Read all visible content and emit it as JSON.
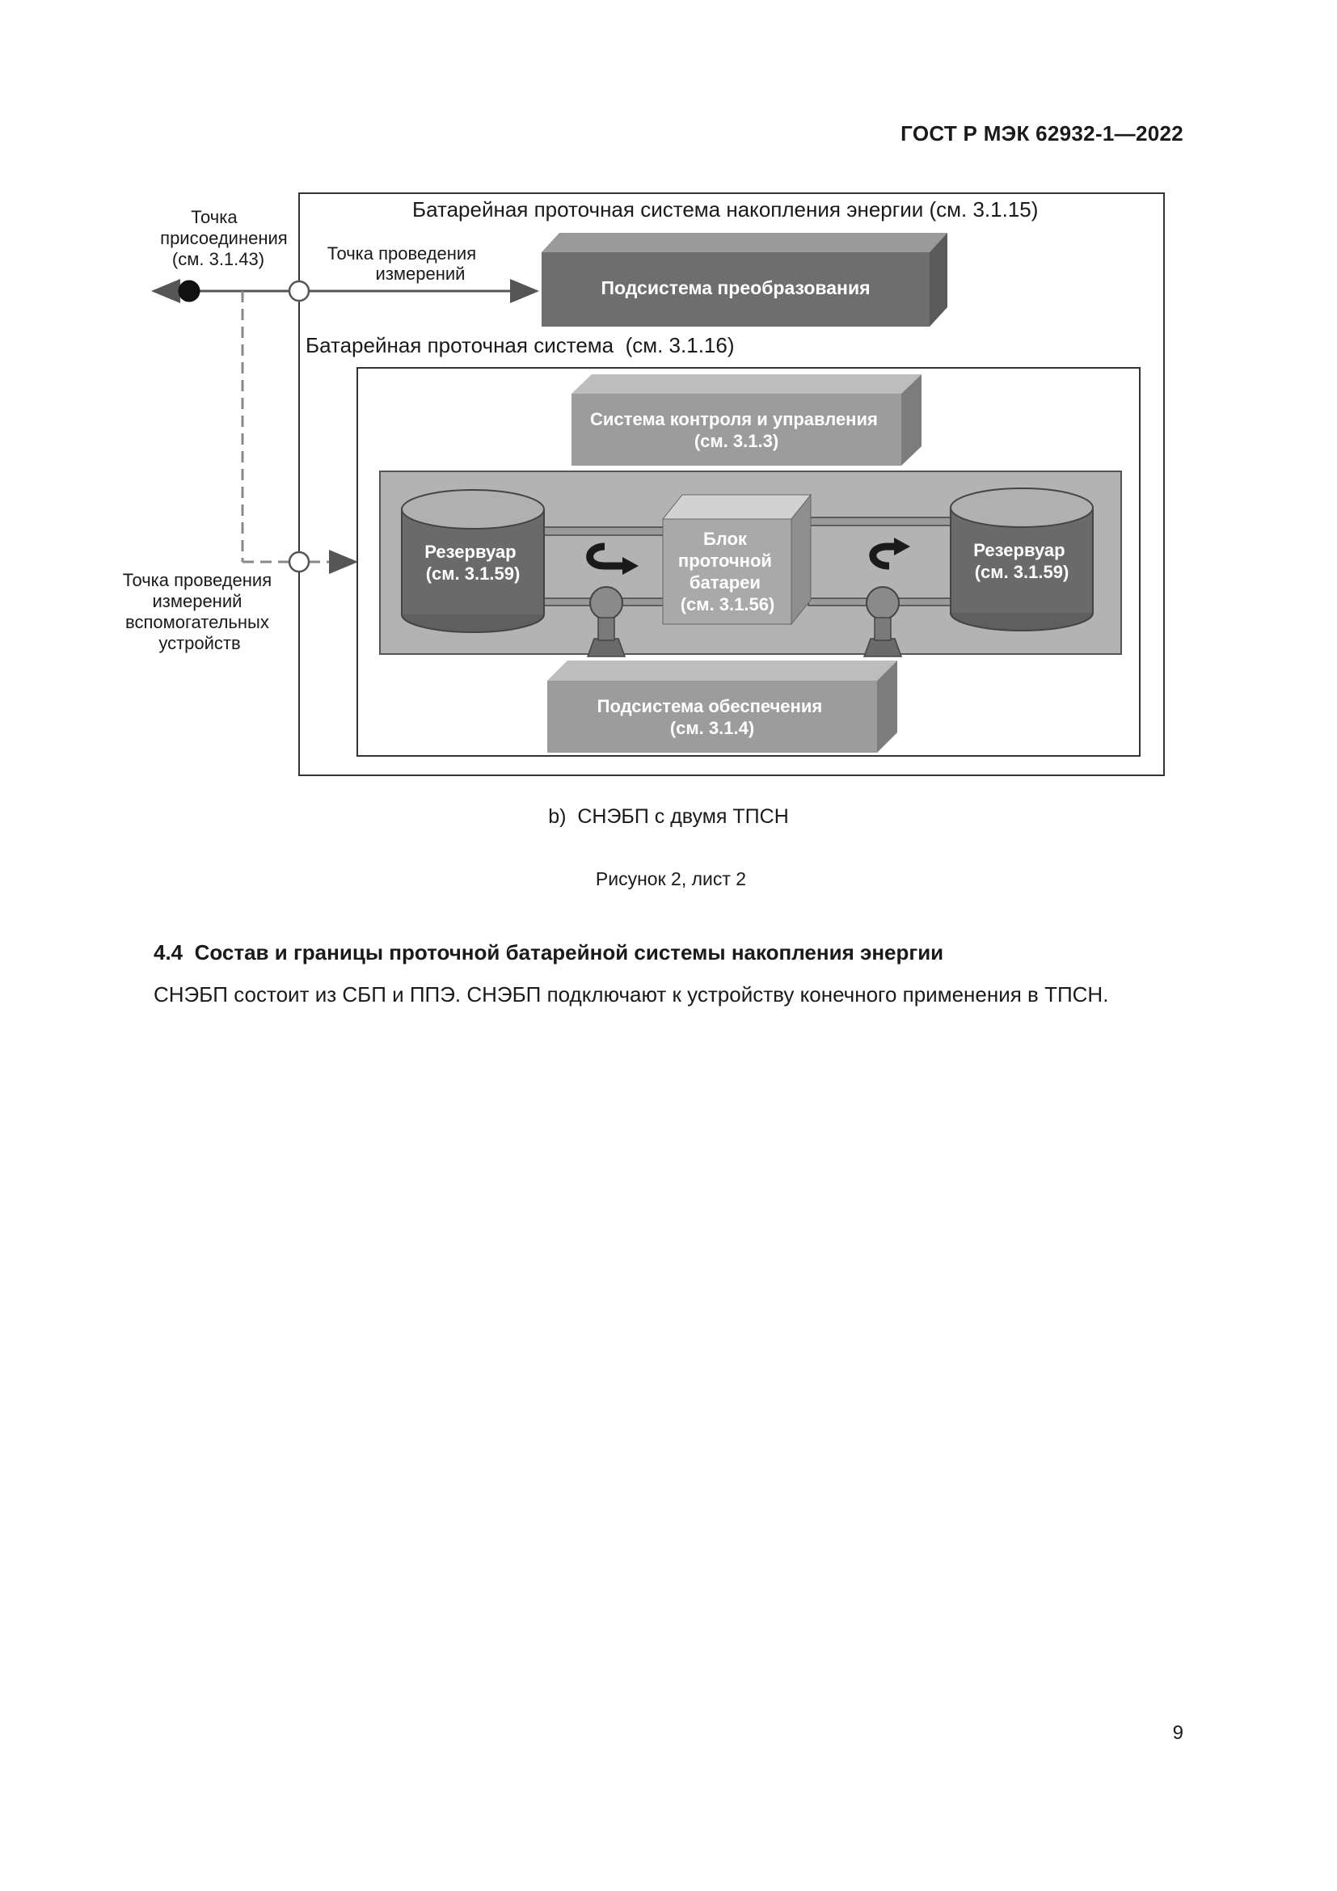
{
  "header": {
    "standard_id": "ГОСТ Р МЭК 62932-1—2022"
  },
  "figure": {
    "outer_label": "Батарейная проточная система накопления энергии (см. 3.1.15)",
    "inner_label": "Батарейная проточная система  (см. 3.1.16)",
    "connection_point": [
      "Точка",
      "присоединения",
      "(см. 3.1.43)"
    ],
    "measurement_point": [
      "Точка проведения",
      "измерений"
    ],
    "aux_measurement_point": [
      "Точка проведения",
      "измерений",
      "вспомогательных",
      "устройств"
    ],
    "conversion_subsystem": "Подсистема преобразования",
    "control_system": [
      "Система контроля и управления",
      "(см. 3.1.3)"
    ],
    "tank_left": [
      "Резервуар",
      "(см. 3.1.59)"
    ],
    "tank_right": [
      "Резервуар",
      "(см. 3.1.59)"
    ],
    "cell_stack": [
      "Блок",
      "проточной",
      "батареи",
      "(см. 3.1.56)"
    ],
    "support_subsystem": [
      "Подсистема обеспечения",
      "(см. 3.1.4)"
    ]
  },
  "captions": {
    "subfigure": "b)  СНЭБП с двумя ТПСН",
    "figure": "Рисунок 2, лист 2"
  },
  "section": {
    "title": "4.4  Состав и границы проточной батарейной системы накопления энергии",
    "paragraph": "СНЭБП состоит из СБП и ППЭ. СНЭБП подключают к устройству конечного применения в ТПСН."
  },
  "page_number": "9"
}
